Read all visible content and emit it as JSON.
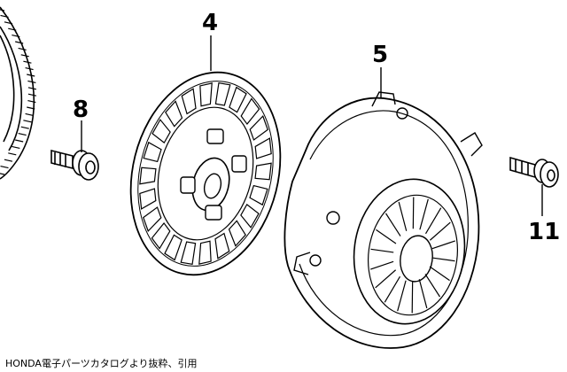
{
  "diagram": {
    "callouts": [
      {
        "id": "4",
        "label": "4"
      },
      {
        "id": "5",
        "label": "5"
      },
      {
        "id": "8",
        "label": "8"
      },
      {
        "id": "11",
        "label": "11"
      }
    ],
    "parts": [
      "flywheel",
      "clutch-disc",
      "pressure-plate",
      "flywheel-bolt",
      "pressure-plate-bolt"
    ],
    "line_color": "#000000",
    "background_color": "#ffffff"
  },
  "caption": "HONDA電子パーツカタログより抜粋、引用"
}
